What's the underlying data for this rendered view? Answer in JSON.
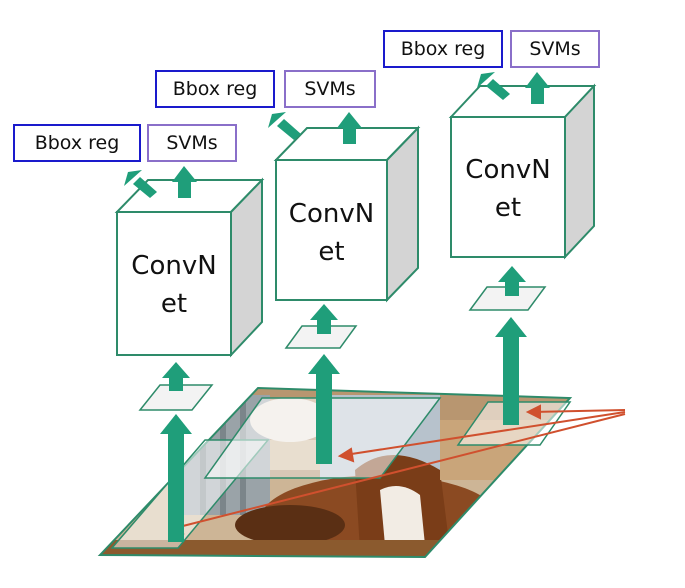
{
  "pipelines": [
    {
      "bbox_label": "Bbox reg",
      "svm_label": "SVMs",
      "convnet_label_line1": "ConvN",
      "convnet_label_line2": "et"
    },
    {
      "bbox_label": "Bbox reg",
      "svm_label": "SVMs",
      "convnet_label_line1": "ConvN",
      "convnet_label_line2": "et"
    },
    {
      "bbox_label": "Bbox reg",
      "svm_label": "SVMs",
      "convnet_label_line1": "ConvN",
      "convnet_label_line2": "et"
    }
  ],
  "colors": {
    "arrow": "#1f9e7a",
    "cube_stroke": "#2e8b6a",
    "cube_side": "#d4d4d4",
    "bbox_border": "#1a1acc",
    "svm_border": "#8a6fc9",
    "region_arrow": "#d0502e",
    "photo_wood": "#c8a882",
    "photo_horse": "#8b4a22"
  }
}
